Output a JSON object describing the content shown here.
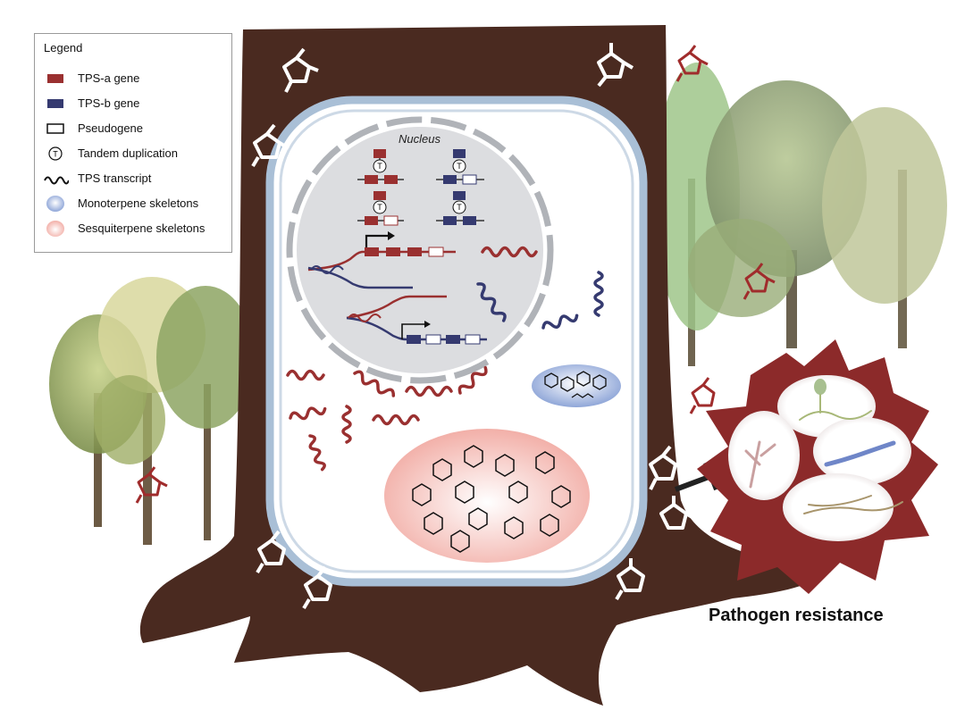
{
  "legend": {
    "title": "Legend",
    "items": [
      {
        "label": "TPS-a gene",
        "symbol": "red-box",
        "color": "#9a3030"
      },
      {
        "label": "TPS-b gene",
        "symbol": "blue-box",
        "color": "#353a70"
      },
      {
        "label": "Pseudogene",
        "symbol": "empty-box",
        "color": "#111111"
      },
      {
        "label": "Tandem duplication",
        "symbol": "t-circle",
        "glyph": "T"
      },
      {
        "label": "TPS transcript",
        "symbol": "wave",
        "color": "#111111"
      },
      {
        "label": "Monoterpene skeletons",
        "symbol": "blue-blob",
        "color": "#8fa6d8"
      },
      {
        "label": "Sesquiterpene skeletons",
        "symbol": "red-blob",
        "color": "#f1a8a0"
      }
    ]
  },
  "nucleus": {
    "label": "Nucleus",
    "tandem_glyph": "T"
  },
  "caption": "Pathogen resistance",
  "colors": {
    "trunk": "#4a2a20",
    "cell_wall": "#a9bfd6",
    "nucleus": "#dcdde0",
    "tps_a": "#9a3030",
    "tps_b": "#353a70",
    "pathogen_star": "#8c2a2a"
  }
}
